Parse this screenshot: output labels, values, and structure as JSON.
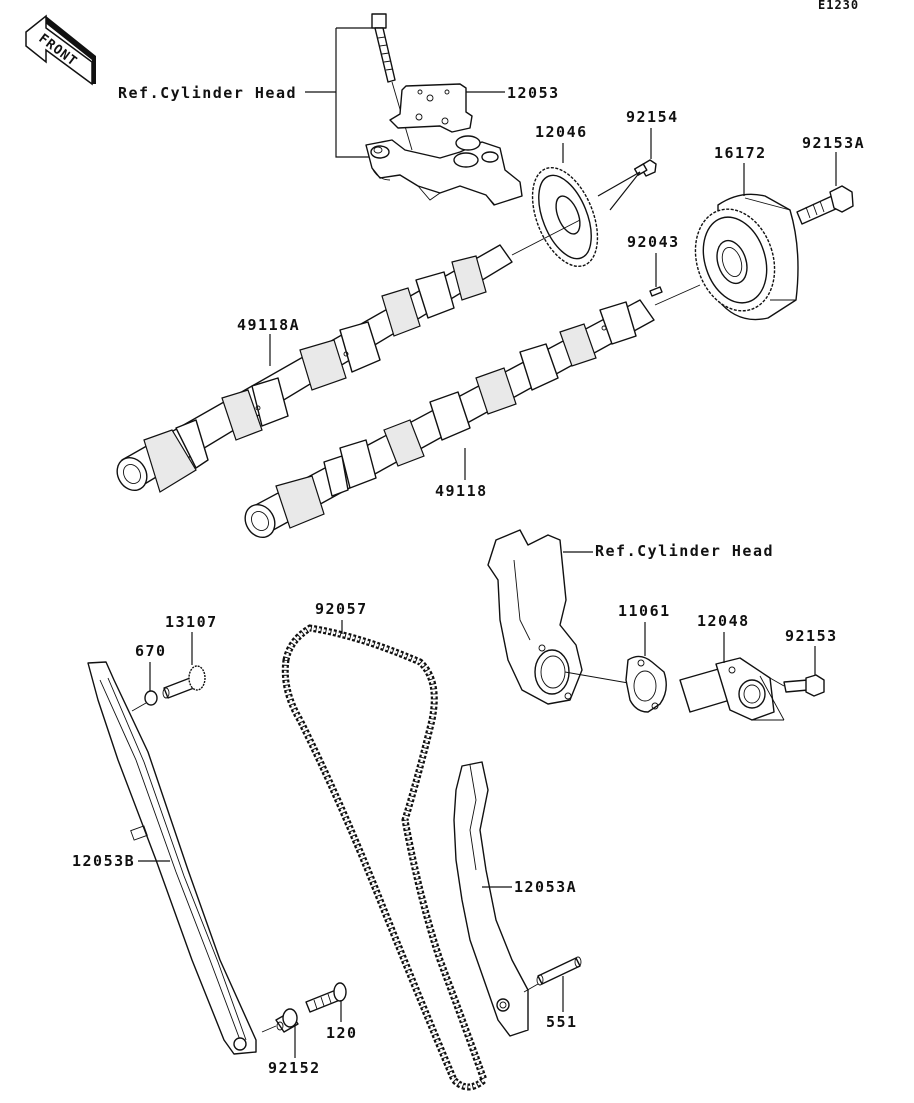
{
  "diagram": {
    "code": "E1230",
    "orientation_label": "FRONT",
    "parts": [
      {
        "id": "ref-cylinder-head-top",
        "label": "Ref.Cylinder Head"
      },
      {
        "id": "12053",
        "label": "12053"
      },
      {
        "id": "12046",
        "label": "12046"
      },
      {
        "id": "92154",
        "label": "92154"
      },
      {
        "id": "16172",
        "label": "16172"
      },
      {
        "id": "92153A",
        "label": "92153A"
      },
      {
        "id": "92043",
        "label": "92043"
      },
      {
        "id": "49118A",
        "label": "49118A"
      },
      {
        "id": "49118",
        "label": "49118"
      },
      {
        "id": "ref-cylinder-head-right",
        "label": "Ref.Cylinder Head"
      },
      {
        "id": "11061",
        "label": "11061"
      },
      {
        "id": "12048",
        "label": "12048"
      },
      {
        "id": "92153",
        "label": "92153"
      },
      {
        "id": "13107",
        "label": "13107"
      },
      {
        "id": "670",
        "label": "670"
      },
      {
        "id": "92057",
        "label": "92057"
      },
      {
        "id": "12053B",
        "label": "12053B"
      },
      {
        "id": "12053A",
        "label": "12053A"
      },
      {
        "id": "551",
        "label": "551"
      },
      {
        "id": "120",
        "label": "120"
      },
      {
        "id": "92152",
        "label": "92152"
      }
    ]
  }
}
